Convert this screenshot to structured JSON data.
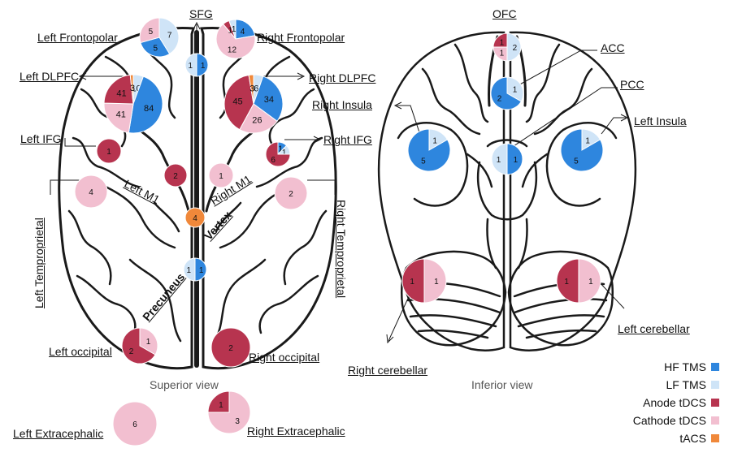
{
  "colors": {
    "hf_tms": "#2E86DE",
    "lf_tms": "#CFE4F7",
    "anode_tdcs": "#B7344F",
    "cathode_tdcs": "#F2BFD0",
    "tacs": "#F0883A",
    "outline": "#1a1a1a"
  },
  "views": {
    "superior": "Superior view",
    "inferior": "Inferior view"
  },
  "legend": [
    {
      "label": "HF TMS",
      "color": "#2E86DE"
    },
    {
      "label": "LF TMS",
      "color": "#CFE4F7"
    },
    {
      "label": "Anode tDCS",
      "color": "#B7344F"
    },
    {
      "label": "Cathode tDCS",
      "color": "#F2BFD0"
    },
    {
      "label": "tACS",
      "color": "#F0883A"
    }
  ],
  "labels": {
    "sfg": "SFG",
    "left_frontopolar": "Left Frontopolar",
    "right_frontopolar": "Right Frontopolar",
    "left_dlpfc": "Left DLPFC",
    "right_dlpfc": "Right DLPFC",
    "left_ifg": "Left IFG",
    "right_ifg": "Right IFG",
    "left_m1": "Left M1",
    "right_m1": "Right M1",
    "vertex": "Vertex",
    "precuneus": "Precuneus",
    "left_temproprietal": "Left Temproprietal",
    "right_temproprietal": "Right Temproprietal",
    "left_occipital": "Left occipital",
    "right_occipital": "Right occipital",
    "left_extracephalic": "Left Extracephalic",
    "right_extracephalic": "Right Extracephalic",
    "ofc": "OFC",
    "acc": "ACC",
    "pcc": "PCC",
    "right_insula": "Right Insula",
    "left_insula": "Left Insula",
    "left_cerebellar": "Left cerebellar",
    "right_cerebellar": "Right cerebellar"
  },
  "pies": [
    {
      "id": "sfg",
      "slices": [
        [
          "hf_tms",
          1
        ],
        [
          "lf_tms",
          1
        ]
      ]
    },
    {
      "id": "left-frontopolar",
      "slices": [
        [
          "lf_tms",
          7
        ],
        [
          "hf_tms",
          5
        ],
        [
          "cathode_tdcs",
          5
        ]
      ]
    },
    {
      "id": "right-frontopolar",
      "slices": [
        [
          "hf_tms",
          4
        ],
        [
          "cathode_tdcs",
          12
        ],
        [
          "anode_tdcs",
          1
        ],
        [
          "lf_tms",
          1
        ]
      ]
    },
    {
      "id": "left-dlpfc",
      "slices": [
        [
          "lf_tms",
          10
        ],
        [
          "hf_tms",
          84
        ],
        [
          "cathode_tdcs",
          41
        ],
        [
          "anode_tdcs",
          41
        ],
        [
          "tacs",
          3
        ]
      ]
    },
    {
      "id": "right-dlpfc",
      "slices": [
        [
          "lf_tms",
          6
        ],
        [
          "hf_tms",
          34
        ],
        [
          "cathode_tdcs",
          26
        ],
        [
          "anode_tdcs",
          45
        ],
        [
          "tacs",
          3
        ]
      ]
    },
    {
      "id": "left-ifg",
      "slices": [
        [
          "anode_tdcs",
          1
        ]
      ]
    },
    {
      "id": "right-ifg",
      "slices": [
        [
          "hf_tms",
          1
        ],
        [
          "lf_tms",
          1
        ],
        [
          "anode_tdcs",
          6
        ]
      ]
    },
    {
      "id": "left-m1",
      "slices": [
        [
          "anode_tdcs",
          2
        ]
      ]
    },
    {
      "id": "right-m1",
      "slices": [
        [
          "cathode_tdcs",
          1
        ]
      ]
    },
    {
      "id": "vertex",
      "slices": [
        [
          "tacs",
          4
        ]
      ]
    },
    {
      "id": "left-temproprietal",
      "slices": [
        [
          "cathode_tdcs",
          4
        ]
      ]
    },
    {
      "id": "right-temproprietal",
      "slices": [
        [
          "cathode_tdcs",
          2
        ]
      ]
    },
    {
      "id": "precuneus",
      "slices": [
        [
          "hf_tms",
          1
        ],
        [
          "lf_tms",
          1
        ]
      ]
    },
    {
      "id": "left-occipital",
      "slices": [
        [
          "cathode_tdcs",
          1
        ],
        [
          "anode_tdcs",
          2
        ]
      ]
    },
    {
      "id": "right-occipital",
      "slices": [
        [
          "anode_tdcs",
          2
        ]
      ]
    },
    {
      "id": "left-extracephalic",
      "slices": [
        [
          "cathode_tdcs",
          6
        ]
      ]
    },
    {
      "id": "right-extracephalic",
      "slices": [
        [
          "cathode_tdcs",
          3
        ],
        [
          "anode_tdcs",
          1
        ]
      ]
    },
    {
      "id": "ofc",
      "slices": [
        [
          "lf_tms",
          2
        ],
        [
          "cathode_tdcs",
          1
        ],
        [
          "anode_tdcs",
          1
        ]
      ]
    },
    {
      "id": "acc",
      "slices": [
        [
          "lf_tms",
          1
        ],
        [
          "hf_tms",
          2
        ]
      ]
    },
    {
      "id": "pcc",
      "slices": [
        [
          "hf_tms",
          1
        ],
        [
          "lf_tms",
          1
        ]
      ]
    },
    {
      "id": "right-insula",
      "slices": [
        [
          "lf_tms",
          1
        ],
        [
          "hf_tms",
          5
        ]
      ]
    },
    {
      "id": "left-insula",
      "slices": [
        [
          "lf_tms",
          1
        ],
        [
          "hf_tms",
          5
        ]
      ]
    },
    {
      "id": "right-cerebellar",
      "slices": [
        [
          "cathode_tdcs",
          1
        ],
        [
          "anode_tdcs",
          1
        ]
      ]
    },
    {
      "id": "left-cerebellar",
      "slices": [
        [
          "cathode_tdcs",
          1
        ],
        [
          "anode_tdcs",
          1
        ]
      ]
    }
  ]
}
